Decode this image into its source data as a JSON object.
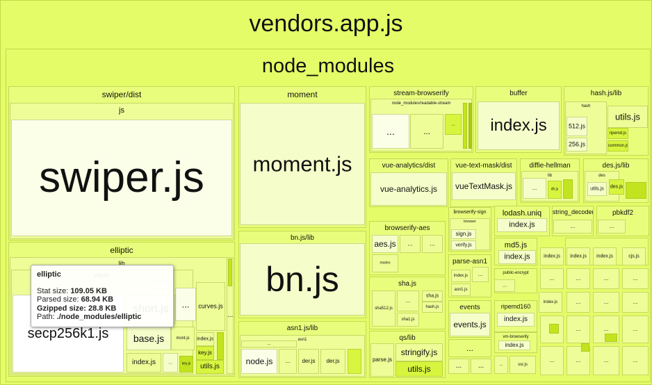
{
  "colors": {
    "root": "#e4fc68",
    "level1": "#e9fd7c",
    "level2": "#eefd98",
    "pale": "#f5feca",
    "palest": "#fbffe8",
    "white": "#ffffff",
    "lime": "#d7f53e",
    "deep": "#c2e41e",
    "olive": "#a9c914"
  },
  "treemap": {
    "root_label": "vendors.app.js",
    "node_modules_label": "node_modules",
    "swiper_dist": "swiper/dist",
    "swiper_js_dir": "js",
    "swiper_js": "swiper.js",
    "moment_dir": "moment",
    "moment_js": "moment.js",
    "stream_browserify": "stream-browserify",
    "readable_stream": "node_modules/readable-stream",
    "buffer_dir": "buffer",
    "buffer_index": "index.js",
    "hashjs_lib": "hash.js/lib",
    "hash_dir": "hash",
    "utils_js": "utils.js",
    "h512": "512.js",
    "h256": "256.js",
    "ripemd_js": "ripemd.js",
    "common_js": "common.js",
    "vue_analytics_dist": "vue-analytics/dist",
    "vue_analytics_js": "vue-analytics.js",
    "vue_text_mask_dist": "vue-text-mask/dist",
    "vue_text_mask_js": "vueTextMask.js",
    "diffie_hellman": "diffie-hellman",
    "lib": "lib",
    "dh_js": "dh.js",
    "des_lib": "des.js/lib",
    "des_dir": "des",
    "des_js": "des.js",
    "browserify_sign": "browserify-sign",
    "browser": "browser",
    "sign_js": "sign.js",
    "verify_js": "verify.js",
    "lodash_uniq": "lodash.uniq",
    "lodash_index": "index.js",
    "string_decoder": "string_decoder",
    "pbkdf2": "pbkdf2",
    "browserify_aes": "browserify-aes",
    "aes_js": "aes.js",
    "modes": "modes",
    "md5_js": "md5.js",
    "md5_index": "index.js",
    "cjs_js": "cjs.js",
    "parse_asn1": "parse-asn1",
    "asn1_idx": "index.js",
    "asn1_js": "asn1.js",
    "public_encrypt": "public-encrypt",
    "sha_js": "sha.js",
    "sha512_js": "sha512.js",
    "sha1_js": "sha1.js",
    "hash_js": "hash.js",
    "events_dir": "events",
    "events_js": "events.js",
    "ripemd160": "ripemd160",
    "ripemd_index": "index.js",
    "vm_browserify": "vm-browserify",
    "vm_index": "index.js",
    "ssr_js": "ssr.js",
    "bnjs_lib": "bn.js/lib",
    "bn_js": "bn.js",
    "asn1js_lib": "asn1.js/lib",
    "asn1_sub": "asn1",
    "node_js": "node.js",
    "der_js": "der.js",
    "qs_lib": "qs/lib",
    "parse_js": "parse.js",
    "stringify_js": "stringify.js",
    "qs_utils": "utils.js",
    "elliptic": "elliptic",
    "elliptic_sub": "elliptic",
    "secp256k1": "secp256k1.js",
    "short_js": "short.js",
    "curves_js": "curves.js",
    "base_js": "base.js",
    "mont_js": "mont.js",
    "index_js": "index.js",
    "key_js": "key.js",
    "ell_utils": "utils.js",
    "ell_index": "index.js",
    "index_js_small": "index.js",
    "index_js_small2": "index.js",
    "index_js_small3": "index.js",
    "index_js_small4": "index.js",
    "index_js_small5": "index.js",
    "index_js_small6": "index.js",
    "index_js_small7": "index.js",
    "index_js_small8": "index.js",
    "ellipsis": "..."
  },
  "tooltip": {
    "title": "elliptic",
    "stat_label": "Stat size:",
    "stat_value": "109.05 KB",
    "parsed_label": "Parsed size:",
    "parsed_value": "68.94 KB",
    "gzip_label": "Gzipped size:",
    "gzip_value": "28.8 KB",
    "path_label": "Path:",
    "path_value": "./node_modules/elliptic"
  }
}
